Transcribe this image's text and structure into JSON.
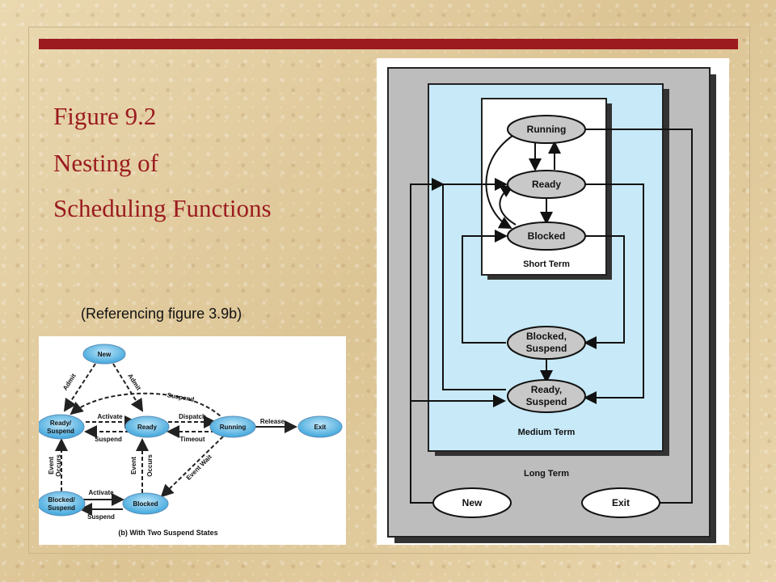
{
  "slide": {
    "title_lines": [
      "Figure 9.2",
      "Nesting of",
      "Scheduling Functions"
    ],
    "reference": "(Referencing figure 3.9b)",
    "accent_color": "#9b1b1f"
  },
  "main_diagram": {
    "states": {
      "running": "Running",
      "ready": "Ready",
      "blocked": "Blocked",
      "blocked_suspend": [
        "Blocked,",
        "Suspend"
      ],
      "ready_suspend": [
        "Ready,",
        "Suspend"
      ],
      "new": "New",
      "exit": "Exit"
    },
    "levels": {
      "short": "Short Term",
      "medium": "Medium Term",
      "long": "Long Term"
    }
  },
  "small_diagram": {
    "states": {
      "new": "New",
      "ready_suspend": [
        "Ready/",
        "Suspend"
      ],
      "ready": "Ready",
      "running": "Running",
      "exit": "Exit",
      "blocked_suspend": [
        "Blocked/",
        "Suspend"
      ],
      "blocked": "Blocked"
    },
    "labels": {
      "admit_left": "Admit",
      "admit_right": "Admit",
      "suspend_top": "Suspend",
      "activate_top": "Activate",
      "dispatch": "Dispatch",
      "release": "Release",
      "suspend_mid": "Suspend",
      "timeout": "Timeout",
      "event_occurs_left": [
        "Event",
        "Occurs"
      ],
      "event_occurs_right": [
        "Event",
        "Occurs"
      ],
      "event_wait": "Event Wait",
      "activate_bottom": "Activate",
      "suspend_bottom": "Suspend"
    },
    "caption": "(b) With Two Suspend States"
  }
}
